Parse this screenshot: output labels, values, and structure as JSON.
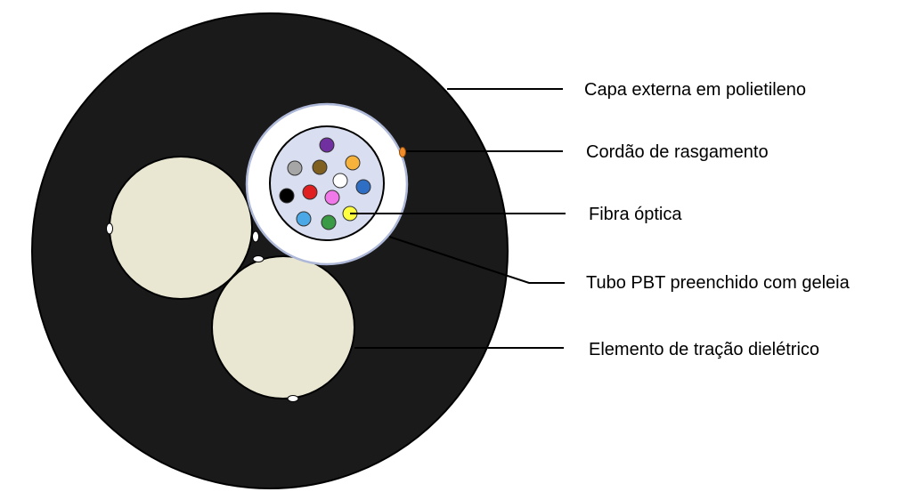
{
  "labels": {
    "jacket": "Capa externa em polietileno",
    "ripcord": "Cordão de rasgamento",
    "fiber": "Fibra óptica",
    "tube": "Tubo PBT preenchido com geleia",
    "strength": "Elemento de tração dielétrico"
  },
  "colors": {
    "jacket": "#1a1a1a",
    "tube_ring": "#ffffff",
    "tube_gel": "#d9dff0",
    "strength_member": "#e9e7d2",
    "ripcord": "#f28c28"
  },
  "fiber_colors": [
    "purple",
    "gray",
    "brown",
    "orange",
    "white",
    "black",
    "red",
    "pink",
    "blue",
    "light-blue",
    "green",
    "yellow"
  ],
  "fiber_hex": {
    "purple": "#7030a0",
    "gray": "#a6a6a6",
    "brown": "#7f6020",
    "orange": "#f7b23b",
    "white": "#ffffff",
    "black": "#000000",
    "red": "#e02020",
    "pink": "#f078e8",
    "blue": "#2e6ec4",
    "light-blue": "#4aa8e6",
    "green": "#3a9a45",
    "yellow": "#ffff40"
  }
}
